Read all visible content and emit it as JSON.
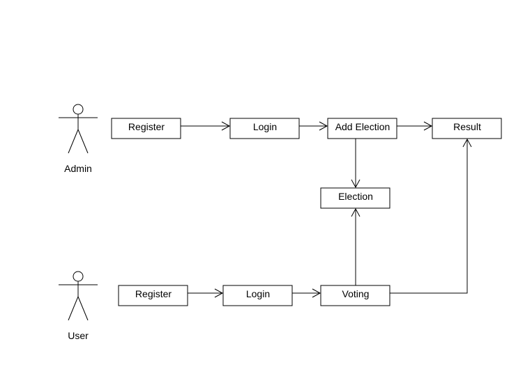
{
  "diagram": {
    "actors": {
      "admin": {
        "label": "Admin"
      },
      "user": {
        "label": "User"
      }
    },
    "boxes": {
      "admin_register": "Register",
      "admin_login": "Login",
      "add_election": "Add Election",
      "result": "Result",
      "election": "Election",
      "user_register": "Register",
      "user_login": "Login",
      "voting": "Voting"
    }
  }
}
